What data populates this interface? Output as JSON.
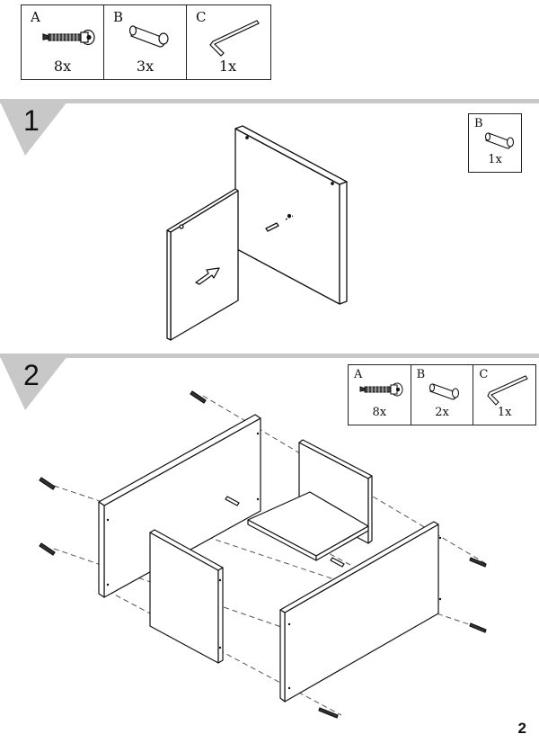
{
  "parts_overview": [
    {
      "letter": "A",
      "qty": "8x",
      "icon": "screw-icon"
    },
    {
      "letter": "B",
      "qty": "3x",
      "icon": "dowel-icon"
    },
    {
      "letter": "C",
      "qty": "1x",
      "icon": "allen-key-icon"
    }
  ],
  "steps": [
    {
      "number": "1",
      "parts": [
        {
          "letter": "B",
          "qty": "1x",
          "icon": "dowel-icon"
        }
      ]
    },
    {
      "number": "2",
      "parts": [
        {
          "letter": "A",
          "qty": "8x",
          "icon": "screw-icon"
        },
        {
          "letter": "B",
          "qty": "2x",
          "icon": "dowel-icon"
        },
        {
          "letter": "C",
          "qty": "1x",
          "icon": "allen-key-icon"
        }
      ]
    }
  ],
  "page_number": "2"
}
